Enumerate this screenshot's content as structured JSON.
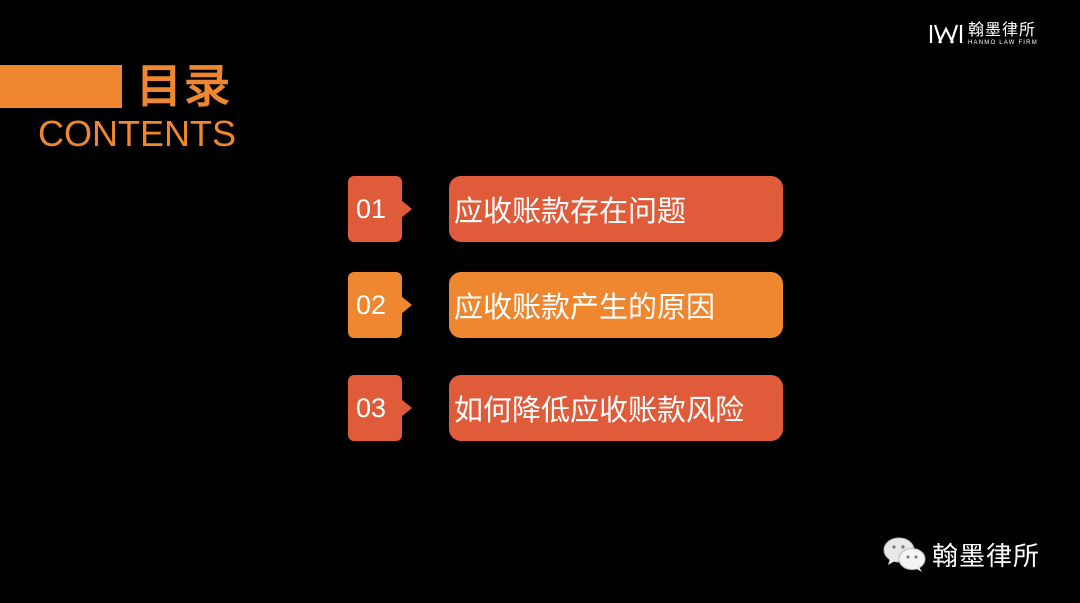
{
  "header": {
    "title_cn": "目录",
    "title_en": "CONTENTS",
    "accent_color": "#ef8730"
  },
  "logo": {
    "name_cn": "翰墨律所",
    "name_en": "HANMO LAW FIRM",
    "icon": "hanmo-logo-mark"
  },
  "items": [
    {
      "number": "01",
      "label": "应收账款存在问题",
      "color": "#e05b3a"
    },
    {
      "number": "02",
      "label": "应收账款产生的原因",
      "color": "#ef8730"
    },
    {
      "number": "03",
      "label": "如何降低应收账款风险",
      "color": "#e05b3a"
    }
  ],
  "footer": {
    "wechat_icon": "wechat-icon",
    "account_name": "翰墨律所"
  }
}
